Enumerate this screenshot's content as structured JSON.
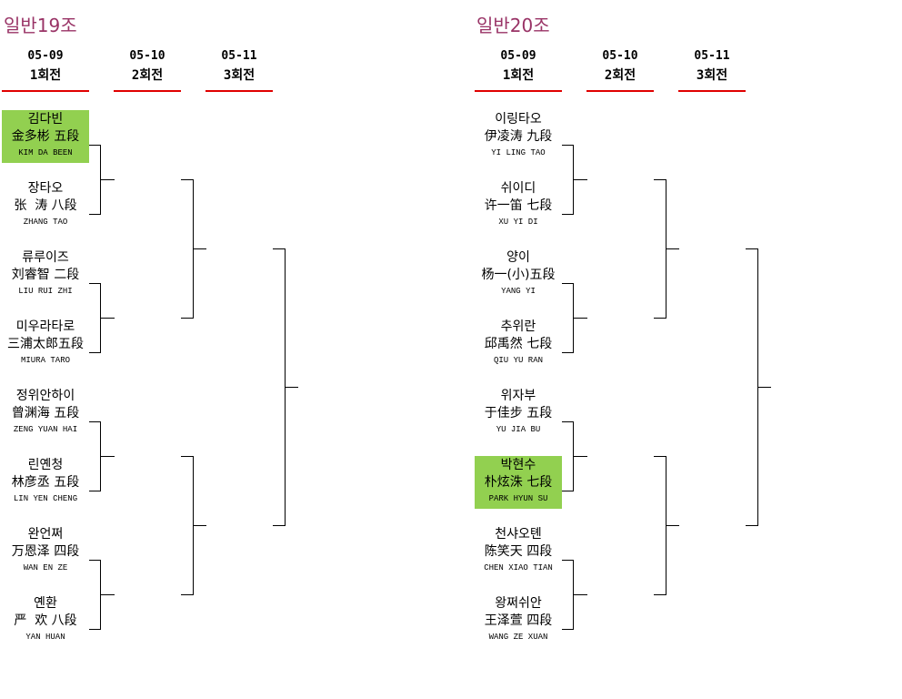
{
  "colors": {
    "title": "#993366",
    "winner": "#92d050",
    "underline": "#e00000"
  },
  "groups": [
    {
      "title": "일반19조",
      "rounds": [
        {
          "date": "05-09",
          "label": "1회전"
        },
        {
          "date": "05-10",
          "label": "2회전"
        },
        {
          "date": "05-11",
          "label": "3회전"
        }
      ],
      "players": [
        {
          "ko": "김다빈",
          "zh": "金多彬 五段",
          "en": "KIM DA BEEN",
          "winner": true
        },
        {
          "ko": "장타오",
          "zh": "张  涛 八段",
          "en": "ZHANG TAO"
        },
        {
          "ko": "류루이즈",
          "zh": "刘睿智 二段",
          "en": "LIU RUI ZHI"
        },
        {
          "ko": "미우라타로",
          "zh": "三浦太郎五段",
          "en": "MIURA  TARO"
        },
        {
          "ko": "정위안하이",
          "zh": "曾渊海 五段",
          "en": "ZENG YUAN HAI"
        },
        {
          "ko": "린옌청",
          "zh": "林彦丞 五段",
          "en": "LIN YEN CHENG"
        },
        {
          "ko": "완언쩌",
          "zh": "万恩泽 四段",
          "en": "WAN EN ZE"
        },
        {
          "ko": "옌환",
          "zh": "严  欢 八段",
          "en": "YAN HUAN"
        }
      ]
    },
    {
      "title": "일반20조",
      "rounds": [
        {
          "date": "05-09",
          "label": "1회전"
        },
        {
          "date": "05-10",
          "label": "2회전"
        },
        {
          "date": "05-11",
          "label": "3회전"
        }
      ],
      "players": [
        {
          "ko": "이링타오",
          "zh": "伊凌涛 九段",
          "en": "YI LING TAO"
        },
        {
          "ko": "쉬이디",
          "zh": "许一笛 七段",
          "en": "XU YI DI"
        },
        {
          "ko": "양이",
          "zh": "杨一(小)五段",
          "en": "YANG YI"
        },
        {
          "ko": "추위란",
          "zh": "邱禹然 七段",
          "en": "QIU YU RAN"
        },
        {
          "ko": "위자부",
          "zh": "于佳步 五段",
          "en": "YU JIA BU"
        },
        {
          "ko": "박현수",
          "zh": "朴炫洙 七段",
          "en": "PARK HYUN SU",
          "winner": true
        },
        {
          "ko": "천샤오톈",
          "zh": "陈笑天 四段",
          "en": "CHEN XIAO TIAN"
        },
        {
          "ko": "왕쩌쉬안",
          "zh": "王泽萱 四段",
          "en": "WANG ZE XUAN"
        }
      ]
    }
  ]
}
